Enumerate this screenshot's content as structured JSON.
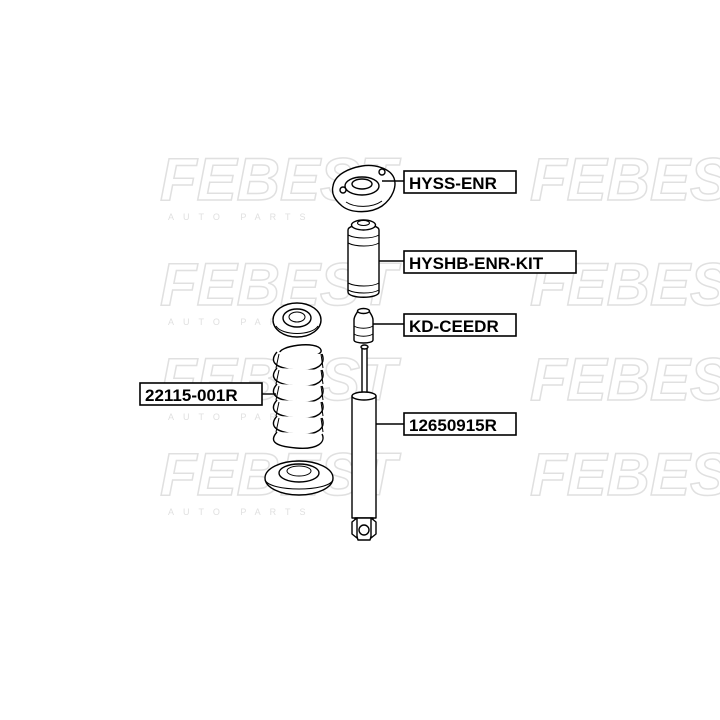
{
  "watermark": {
    "brand": "FEBEST",
    "tagline": "AUTO PARTS",
    "color": "#e6e6e6"
  },
  "parts": [
    {
      "id": "mount",
      "label": "HYSS-ENR"
    },
    {
      "id": "boot",
      "label": "HYSHB-ENR-KIT"
    },
    {
      "id": "bump",
      "label": "KD-CEEDR"
    },
    {
      "id": "spring",
      "label": "22115-001R"
    },
    {
      "id": "shock",
      "label": "12650915R"
    }
  ]
}
